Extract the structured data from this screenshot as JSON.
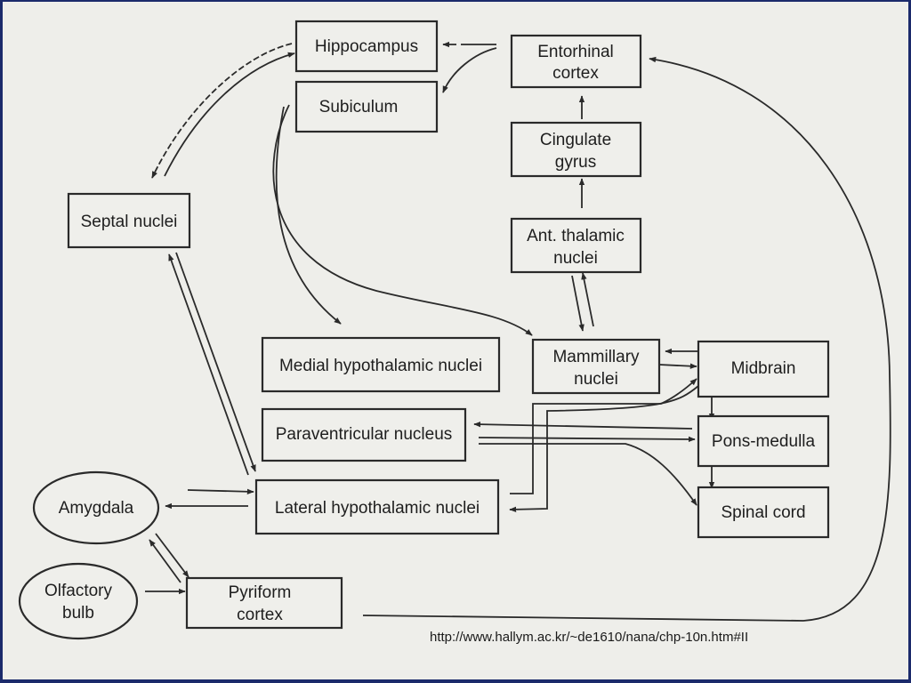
{
  "nodes": {
    "hippocampus": [
      "Hippocampus"
    ],
    "entorhinal_cortex": [
      "Entorhinal",
      "cortex"
    ],
    "subiculum": [
      "Subiculum"
    ],
    "cingulate_gyrus": [
      "Cingulate",
      "gyrus"
    ],
    "septal_nuclei": [
      "Septal nuclei"
    ],
    "ant_thalamic_nuclei": [
      "Ant. thalamic",
      "nuclei"
    ],
    "medial_hypothalamic_nuclei": [
      "Medial hypothalamic nuclei"
    ],
    "mammillary_nuclei": [
      "Mammillary",
      "nuclei"
    ],
    "midbrain": [
      "Midbrain"
    ],
    "paraventricular_nucleus": [
      "Paraventricular  nucleus"
    ],
    "pons_medulla": [
      "Pons-medulla"
    ],
    "amygdala": [
      "Amygdala"
    ],
    "lateral_hypothalamic_nuclei": [
      "Lateral  hypothalamic nuclei"
    ],
    "spinal_cord": [
      "Spinal cord"
    ],
    "olfactory_bulb": [
      "Olfactory",
      "bulb"
    ],
    "pyriform_cortex": [
      "Pyriform",
      "cortex"
    ]
  },
  "source_url": "http://www.hallym.ac.kr/~de1610/nana/chp-10n.htm#II"
}
